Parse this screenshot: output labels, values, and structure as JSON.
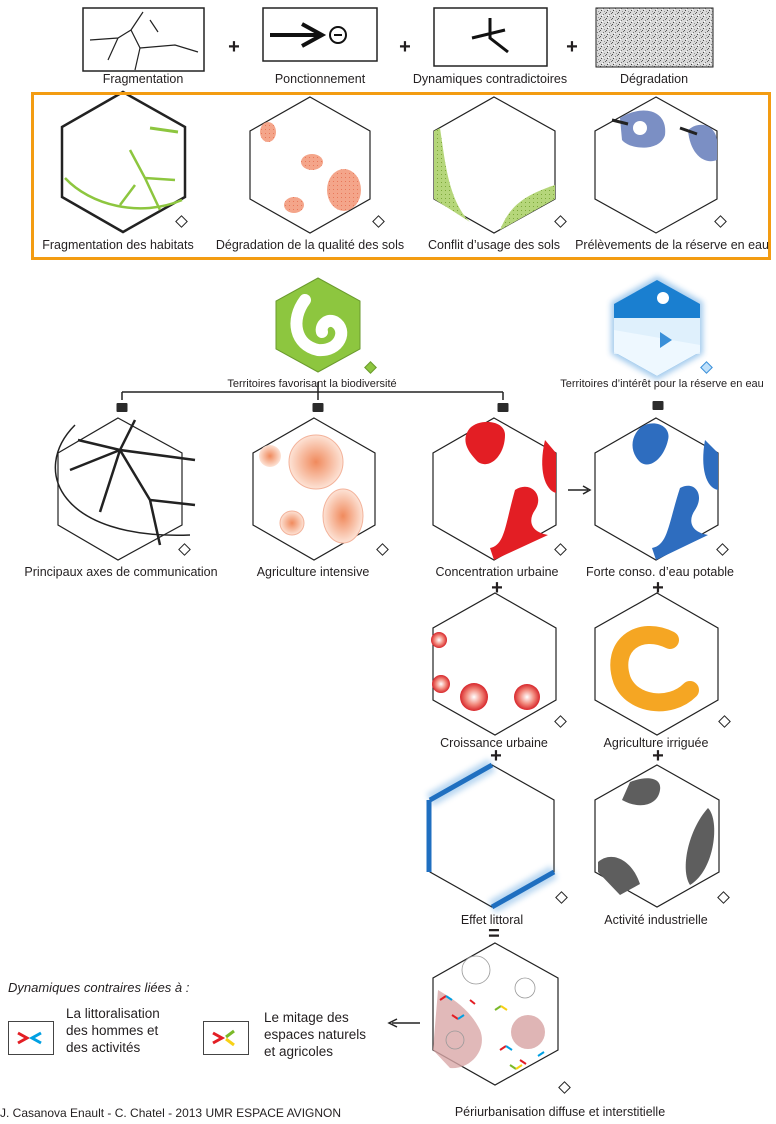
{
  "top_row": {
    "items": [
      {
        "label": "Fragmentation",
        "icon": "fracture-lines-icon"
      },
      {
        "label": "Ponctionnement",
        "icon": "arrow-to-minus-icon"
      },
      {
        "label": "Dynamiques contradictoires",
        "icon": "opposing-strokes-icon"
      },
      {
        "label": "Dégradation",
        "icon": "noise-texture-icon"
      }
    ],
    "operator": "+"
  },
  "pressures": [
    {
      "label": "Fragmentation des habitats"
    },
    {
      "label": "Dégradation de la qualité des sols"
    },
    {
      "label": "Conflit d’usage des sols"
    },
    {
      "label": "Prélèvements de la réserve en eau"
    }
  ],
  "territories": [
    {
      "label": "Territoires favorisant la biodiversité",
      "color": "#8dc63f"
    },
    {
      "label": "Territoires d’intérêt pour  la réserve en eau",
      "color": "#3a8fd8"
    }
  ],
  "factors": [
    {
      "label": "Principaux axes de communication"
    },
    {
      "label": "Agriculture intensive"
    },
    {
      "label": "Concentration urbaine"
    },
    {
      "label": "Forte conso. d’eau potable"
    },
    {
      "label": "Croissance urbaine"
    },
    {
      "label": "Agriculture irriguée"
    },
    {
      "label": "Effet littoral"
    },
    {
      "label": "Activité industrielle"
    },
    {
      "label": "Périurbanisation diffuse et interstitielle"
    }
  ],
  "operators": {
    "minus": "-",
    "plus": "+",
    "equals": "="
  },
  "legend": {
    "title": "Dynamiques contraires liées à :",
    "item1": "La littoralisation\ndes hommes et\ndes activités",
    "item2": "Le mitage des\nespaces naturels\net agricoles",
    "colors": {
      "red": "#e31e24",
      "blue": "#00a0e3",
      "yellow": "#f7d117",
      "green": "#7ab929"
    }
  },
  "credit": "J. Casanova Enault - C. Chatel - 2013 UMR ESPACE AVIGNON"
}
